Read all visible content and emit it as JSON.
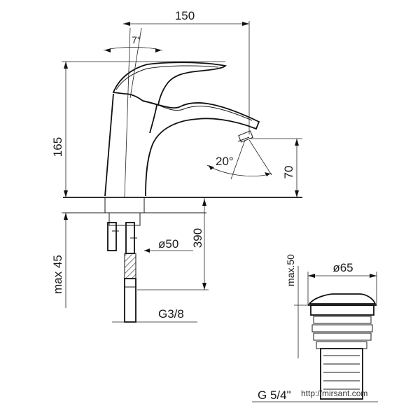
{
  "dimensions": {
    "width_150": "150",
    "lever_angle": "7°",
    "height_165": "165",
    "spout_angle": "20°",
    "spout_height": "70",
    "cutout_dia": "ø50",
    "hose_length": "390",
    "max_45": "max 45",
    "thread_g38": "G3/8",
    "waste_max50": "max.50",
    "waste_dia65": "ø65",
    "waste_thread": "G 5/4\""
  },
  "watermark": "http://mirsant.com"
}
